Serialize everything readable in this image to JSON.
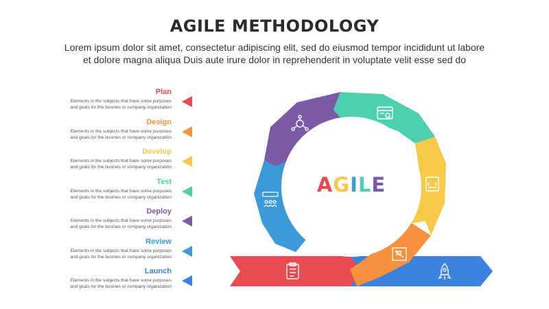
{
  "title": "AGILE METHODOLOGY",
  "subtitle_line1": "Lorem ipsum dolor sit amet, consectetur adipiscing elit, sed do eiusmod tempor incididunt ut labore",
  "subtitle_line2": "et dolore magna aliqua Duis aute irure dolor in reprehenderit in voluptate velit esse sed do",
  "steps": [
    {
      "name": "Plan",
      "color": "#e84a4f",
      "desc1": "Elements in the subjects that have some purposes",
      "desc2": "and goals for the  busines or company organization"
    },
    {
      "name": "Design",
      "color": "#f7913d",
      "desc1": "Elements in the subjects that have some purposes",
      "desc2": "and goals for the  busines or company organization"
    },
    {
      "name": "Develop",
      "color": "#f7c948",
      "desc1": "Elements in the subjects that have some purposes",
      "desc2": "and goals for the  busines or company organization"
    },
    {
      "name": "Test",
      "color": "#4dcfb0",
      "desc1": "Elements in the subjects that have some purposes",
      "desc2": "and goals for the  busines or company organization"
    },
    {
      "name": "Deploy",
      "color": "#7b5ba6",
      "desc1": "Elements in the subjects that have some purposes",
      "desc2": "and goals for the  busines or company organization"
    },
    {
      "name": "Review",
      "color": "#3d9ad9",
      "desc1": "Elements in the subjects that have some purposes",
      "desc2": "and goals for the  busines or company organization"
    },
    {
      "name": "Launch",
      "color": "#3b82e0",
      "desc1": "Elements in the subjects that have some purposes",
      "desc2": "and goals for the  busines or company organization"
    }
  ],
  "center_word": {
    "letters": [
      "A",
      "G",
      "I",
      "L",
      "E"
    ],
    "colors": [
      "#e84a4f",
      "#f7c948",
      "#3d9ad9",
      "#4dcfb0",
      "#7b5ba6"
    ]
  },
  "cycle_icons": [
    "network-icon",
    "browser-search-icon",
    "code-card-icon",
    "blueprint-icon",
    "team-rating-icon"
  ],
  "bottom_icons": [
    "clipboard-icon",
    "rocket-icon"
  ],
  "colors": {
    "purple": "#7b5ba6",
    "teal": "#4dcfb0",
    "yellow": "#f7c948",
    "orange": "#f7913d",
    "blue": "#3d9ad9",
    "red": "#e84a4f",
    "launch_blue": "#3b82e0"
  }
}
